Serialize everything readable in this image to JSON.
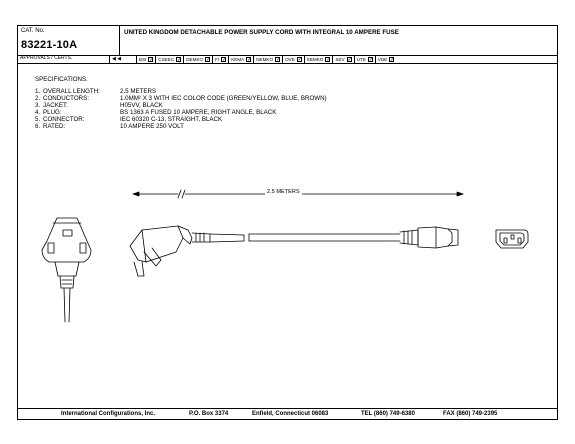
{
  "header": {
    "cat_label": "CAT. No.",
    "cat_number": "83221-10A",
    "title": "UNITED KINGDOM DETACHABLE POWER SUPPLY CORD WITH INTEGRAL 10 AMPERE FUSE"
  },
  "approvals": {
    "label": "APPROVALS / CERTS.",
    "arrows": "◀ ◀",
    "certs": [
      {
        "label": "BSI",
        "mark": "✓"
      },
      {
        "label": "CSEEC",
        "mark": "✓"
      },
      {
        "label": "DEMKO",
        "mark": "✓"
      },
      {
        "label": "FI",
        "mark": "✓"
      },
      {
        "label": "KEMA",
        "mark": "✓"
      },
      {
        "label": "NEMKO",
        "mark": "✓"
      },
      {
        "label": "OVE",
        "mark": "✓"
      },
      {
        "label": "SEMKO",
        "mark": "✓"
      },
      {
        "label": "SEV",
        "mark": "✓"
      },
      {
        "label": "UTE",
        "mark": "✓"
      },
      {
        "label": "VDE",
        "mark": "✓"
      }
    ]
  },
  "specifications": {
    "heading": "SPECIFICATIONS:",
    "items": [
      {
        "num": "1.",
        "key": "OVERALL LENGTH:",
        "value": "2.5 METERS"
      },
      {
        "num": "2.",
        "key": "CONDUCTORS:",
        "value": "1.0MM² X 3 WITH IEC COLOR CODE (GREEN/YELLOW, BLUE, BROWN)"
      },
      {
        "num": "3.",
        "key": "JACKET:",
        "value": "H05VV, BLACK"
      },
      {
        "num": "4.",
        "key": "PLUG:",
        "value": "BS 1363 A FUSED 10 AMPERE, RIGHT ANGLE, BLACK"
      },
      {
        "num": "5.",
        "key": "CONNECTOR:",
        "value": "IEC 60320 C-13, STRAIGHT, BLACK"
      },
      {
        "num": "6.",
        "key": "RATED:",
        "value": "10 AMPERE 250 VOLT"
      }
    ]
  },
  "drawing": {
    "dimension_label": "2.5 METERS"
  },
  "footer": {
    "company": "International Configurations, Inc.",
    "po_box": "P.O. Box 3374",
    "city": "Enfield, Connecticut  06083",
    "tel": "TEL (860) 749-6380",
    "fax": "FAX (860) 749-2395"
  }
}
